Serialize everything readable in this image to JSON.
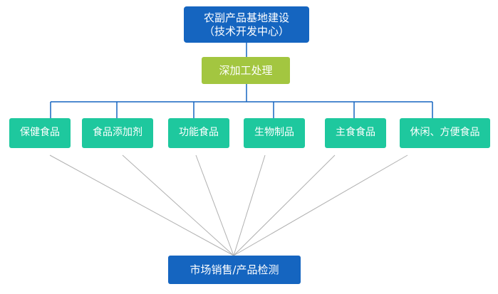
{
  "diagram": {
    "top": {
      "line1": "农副产品基地建设",
      "line2": "（技术开发中心）"
    },
    "process": {
      "label": "深加工处理"
    },
    "categories": [
      {
        "label": "保健食品"
      },
      {
        "label": "食品添加剂"
      },
      {
        "label": "功能食品"
      },
      {
        "label": "生物制品"
      },
      {
        "label": "主食食品"
      },
      {
        "label": "休闲、方便食品"
      }
    ],
    "bottom": {
      "label": "市场销售/产品检测"
    }
  },
  "colors": {
    "top_box": "#1565c0",
    "process_box": "#a3c640",
    "category_box": "#1ec89e",
    "bottom_box": "#1565c0",
    "tree_connector": "#1565c0",
    "fan_lines": "#b0b0b0"
  }
}
